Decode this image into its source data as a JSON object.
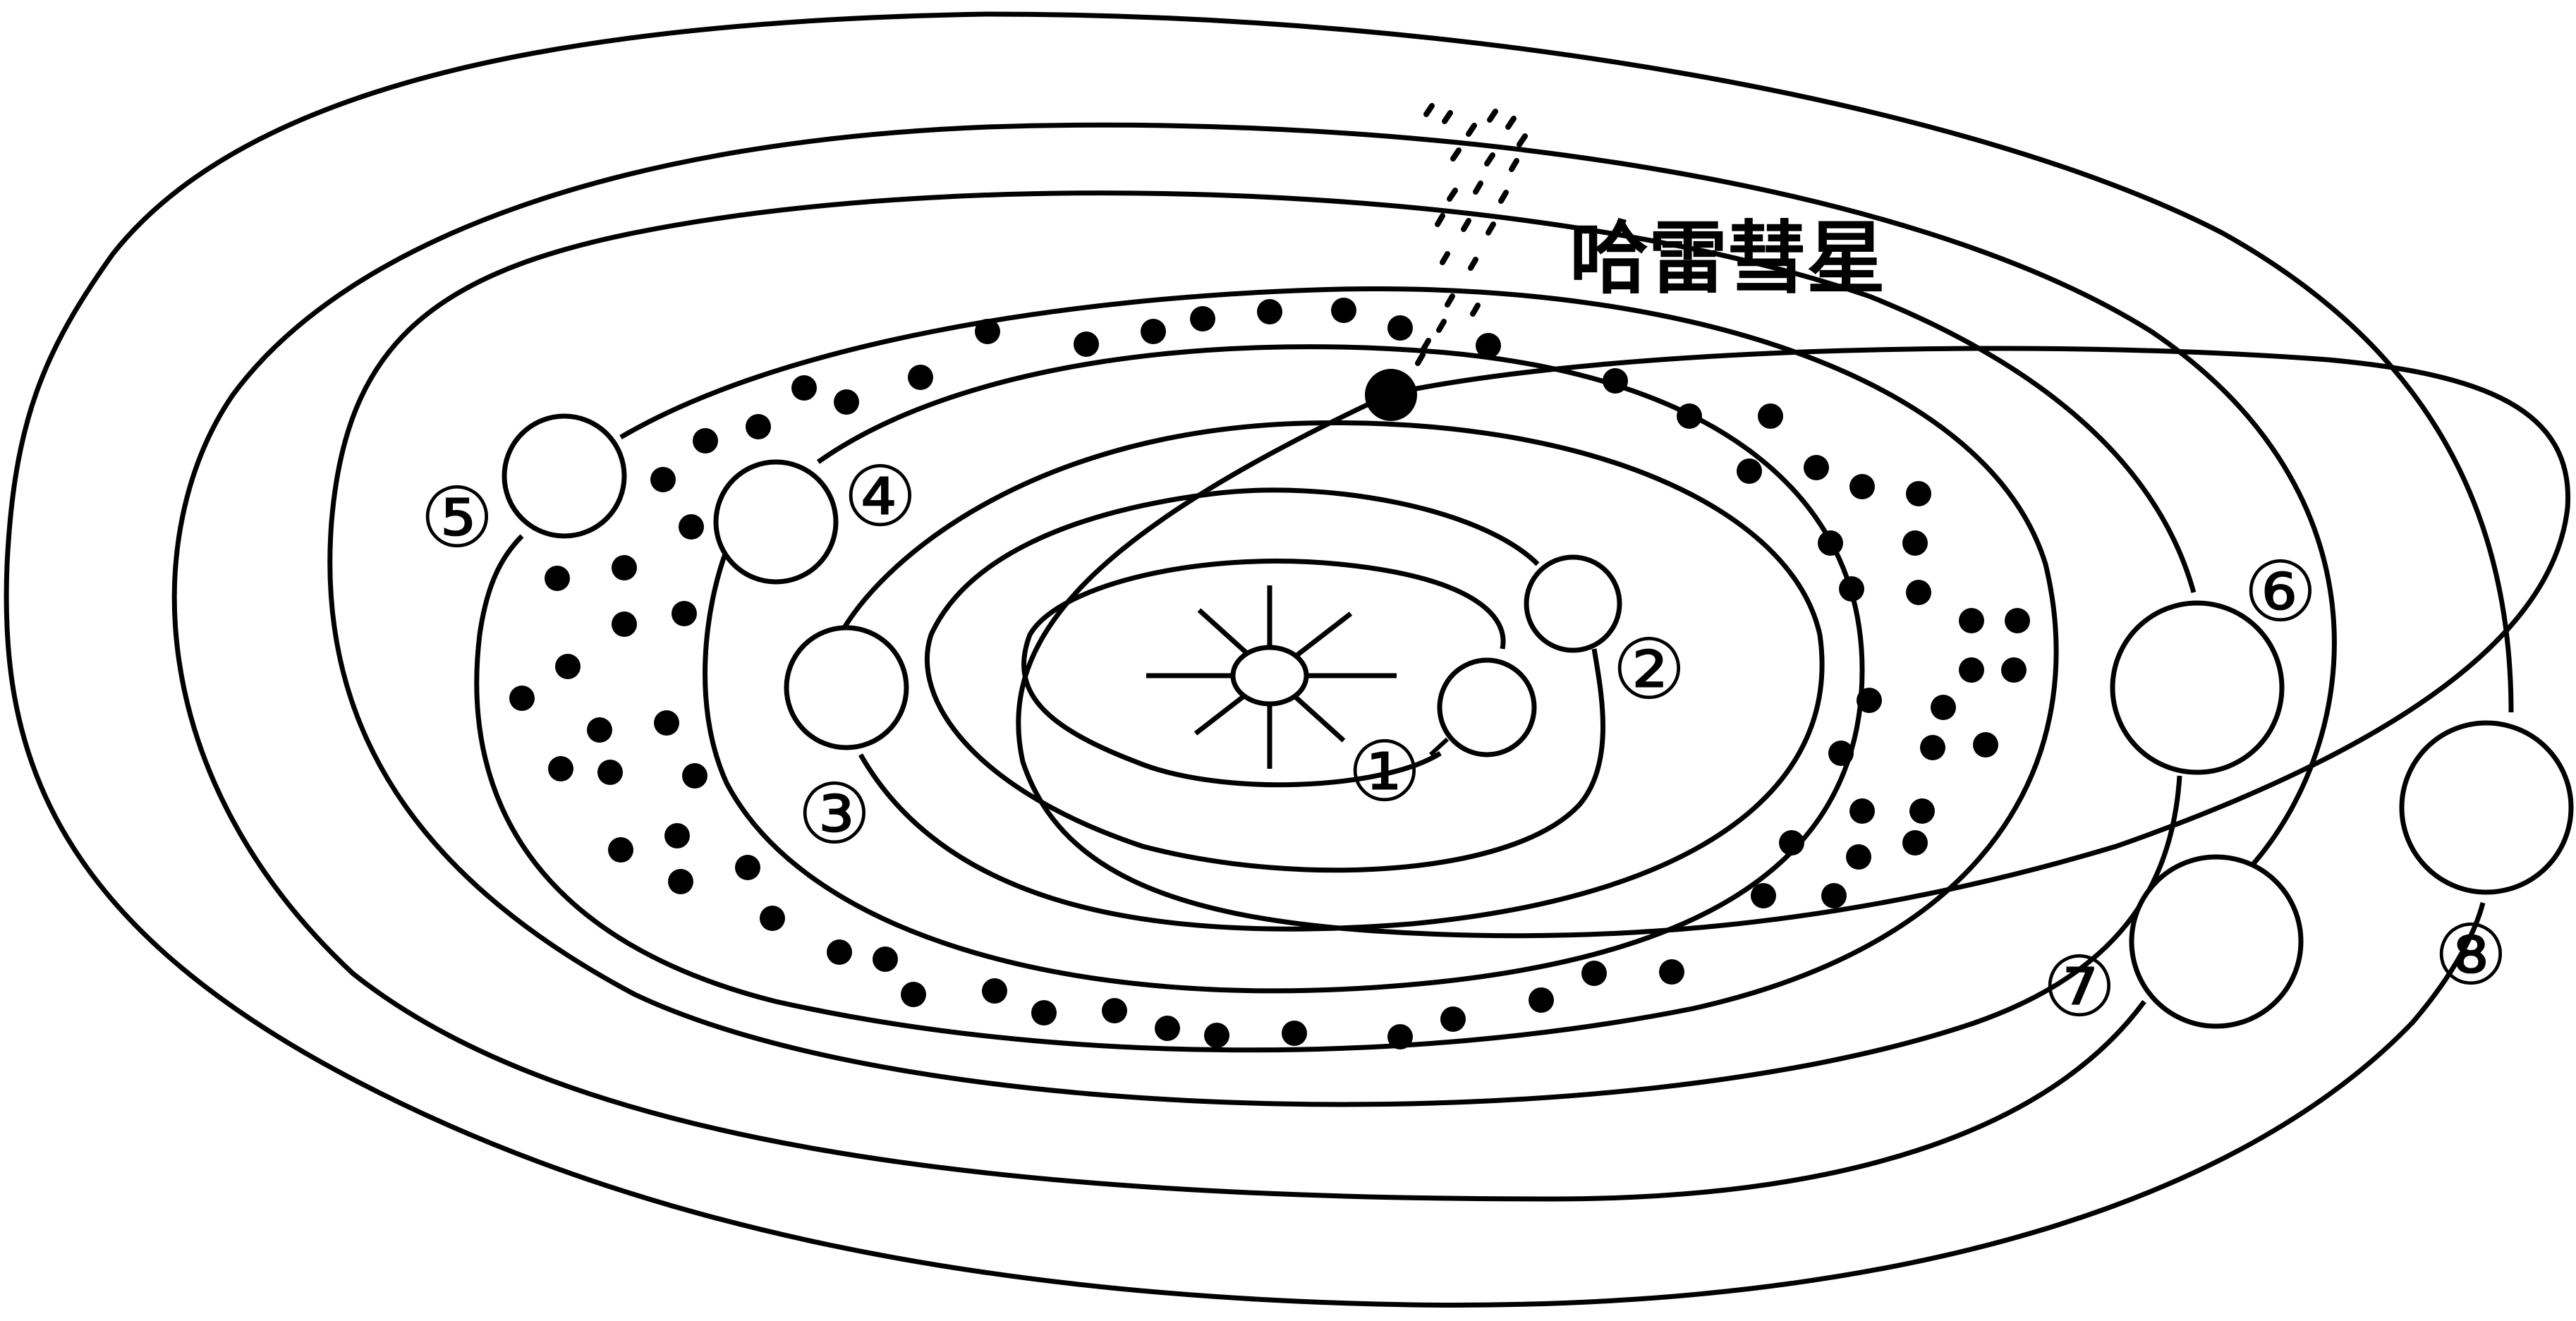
{
  "comet": {
    "label": "哈雷彗星",
    "head_icon": "filled-circle"
  },
  "sun_icon": "sun-with-rays",
  "planets": [
    {
      "label": "①"
    },
    {
      "label": "②"
    },
    {
      "label": "③"
    },
    {
      "label": "④"
    },
    {
      "label": "⑤"
    },
    {
      "label": "⑥"
    },
    {
      "label": "⑦"
    },
    {
      "label": "⑧"
    }
  ]
}
